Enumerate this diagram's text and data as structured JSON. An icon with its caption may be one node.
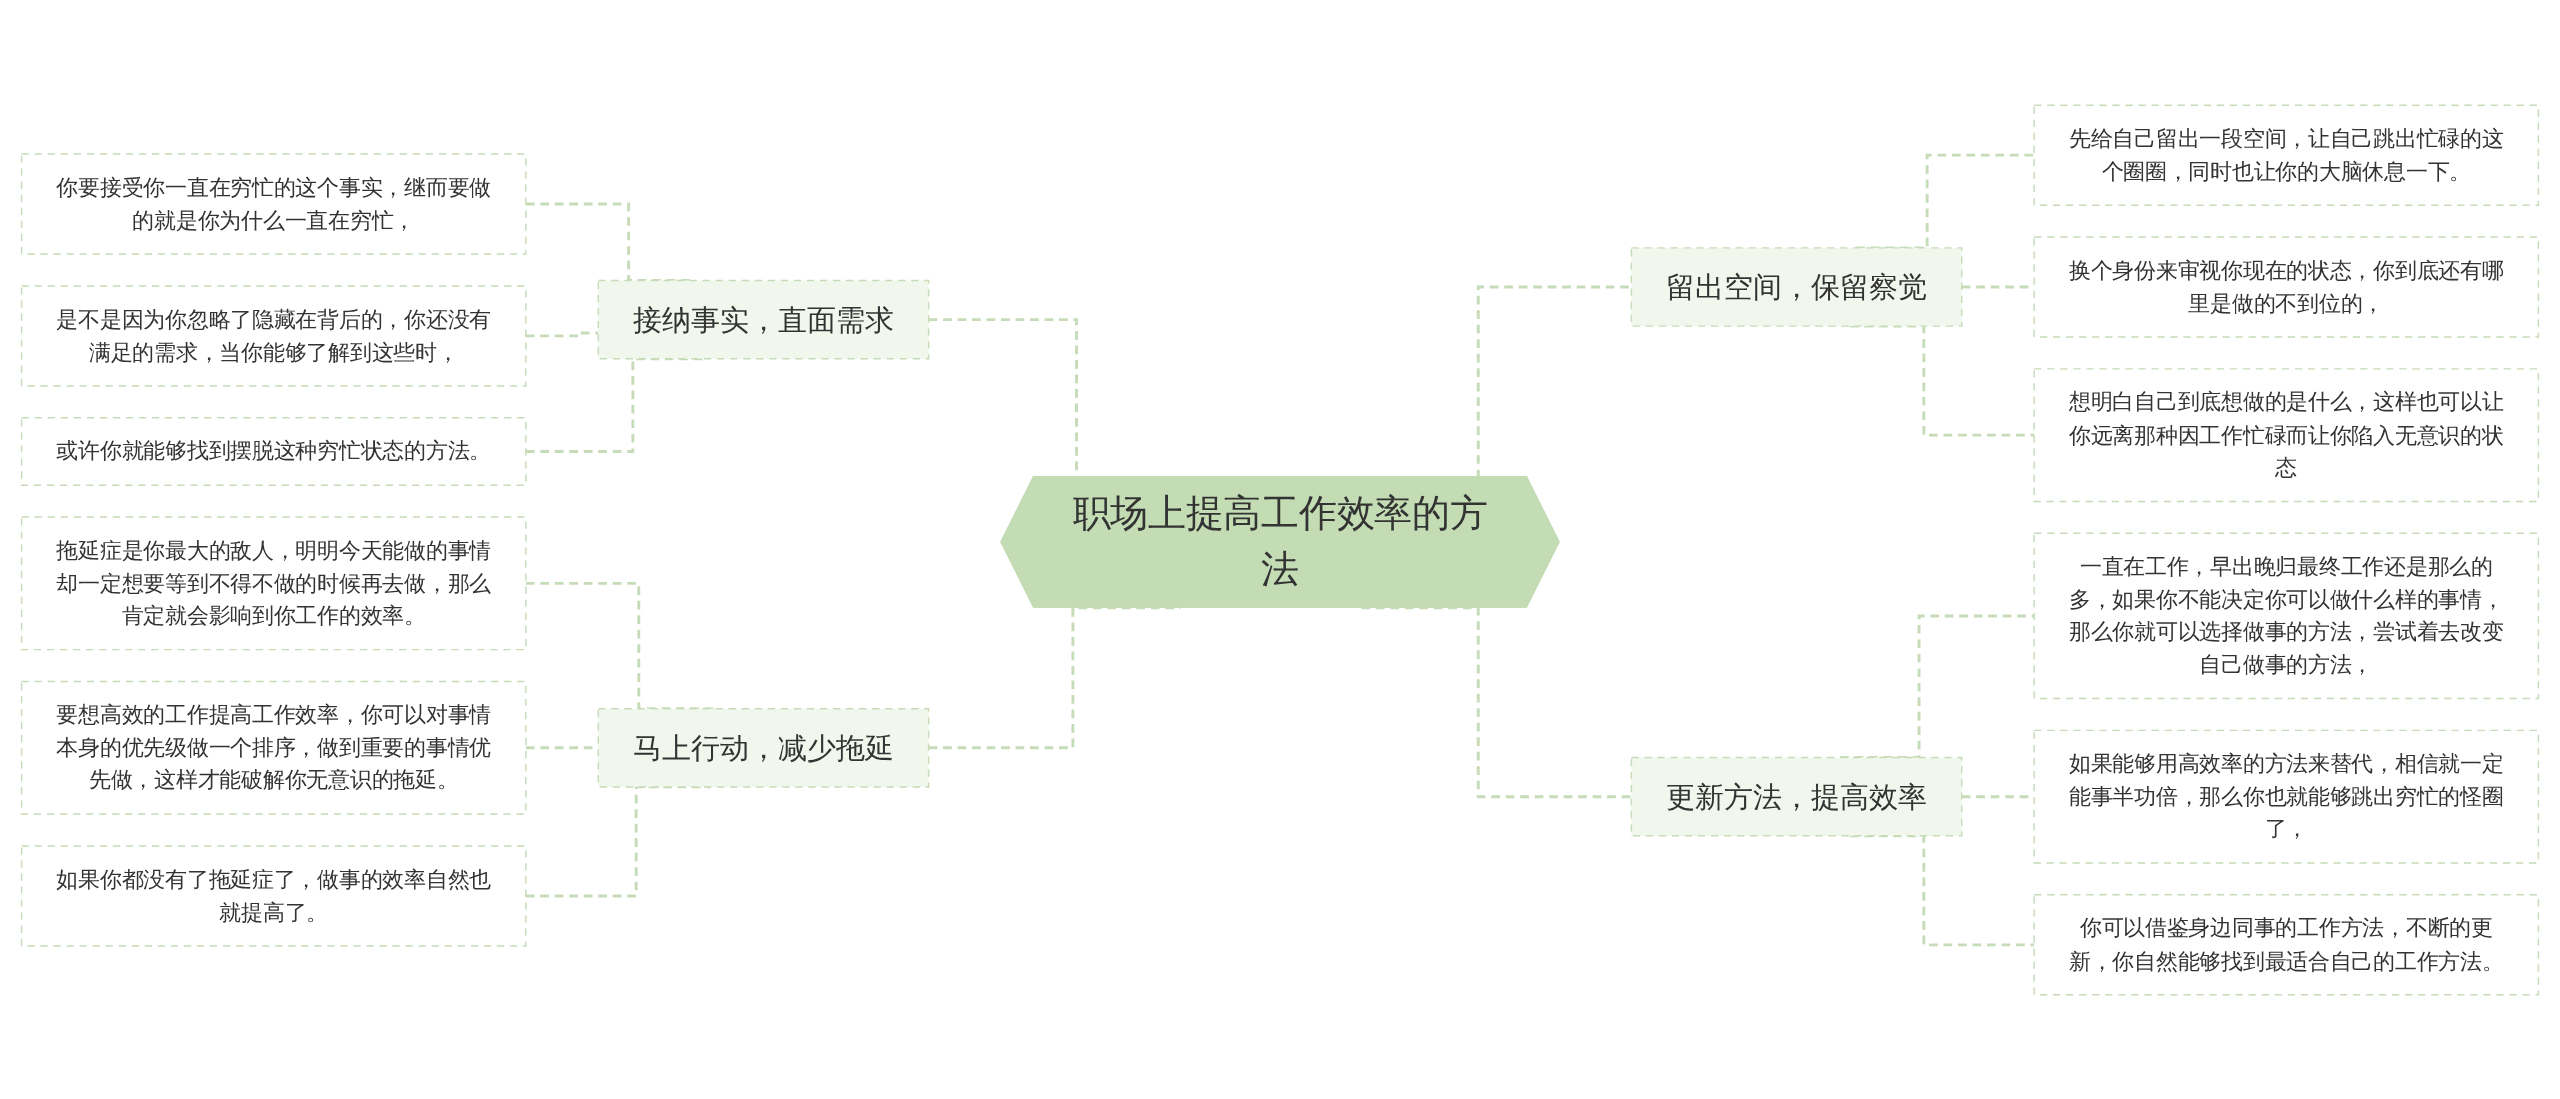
{
  "diagram": {
    "nodes": [
      {
        "text": [
          "职场上提高工作效率的方法"
        ]
      },
      {
        "text": [
          "接纳事实，直面需求"
        ]
      },
      {
        "text": [
          "你要接受你一直在穷忙的这个事实，继而要做的就是你为什么一直在穷忙，"
        ]
      },
      {
        "text": [
          "是不是因为你忽略了隐藏在背后的，你还没有满足的需求，当你能够了解到这些时，"
        ]
      },
      {
        "text": [
          "或许你就能够找到摆脱这种穷忙状态的方法。"
        ]
      },
      {
        "text": [
          "马上行动，减少拖延"
        ]
      },
      {
        "text": [
          "拖延症是你最大的敌人，明明今天能做的事情却一定想要等到不得不做的时候再去做，那么肯定就会影响到你工作的效率。"
        ]
      },
      {
        "text": [
          "要想高效的工作提高工作效率，你可以对事情本身的优先级做一个排序，做到重要的事情优先做，这样才能破解你无意识的拖延。"
        ]
      },
      {
        "text": [
          "如果你都没有了拖延症了，做事的效率自然也就提高了。"
        ]
      },
      {
        "text": [
          "留出空间，保留察觉"
        ]
      },
      {
        "text": [
          "先给自己留出一段空间，让自己跳出忙碌的这个圈圈，同时也让你的大脑休息一下。"
        ]
      },
      {
        "text": [
          "换个身份来审视你现在的状态，你到底还有哪里是做的不到位的，"
        ]
      },
      {
        "text": [
          "想明白自己到底想做的是什么，这样也可以让你远离那种因工作忙碌而让你陷入无意识的状态"
        ]
      },
      {
        "text": [
          "更新方法，提高效率"
        ]
      },
      {
        "text": [
          "一直在工作，早出晚归最终工作还是那么的多，如果你不能决定你可以做什么样的事情，那么你就可以选择做事的方法，尝试着去改变自己做事的方法，"
        ]
      },
      {
        "text": [
          "如果能够用高效率的方法来替代，相信就一定能事半功倍，那么你也就能够跳出穷忙的怪圈了，"
        ]
      },
      {
        "text": [
          "你可以借鉴身边同事的工作方法，不断的更新，你自然能够找到最适合自己的工作方法。"
        ]
      }
    ],
    "edges": [
      {
        "from": 0,
        "to": 1,
        "arrow": "none",
        "style": "dashed"
      },
      {
        "from": 1,
        "to": 2,
        "arrow": "none",
        "style": "dashed"
      },
      {
        "from": 1,
        "to": 3,
        "arrow": "none",
        "style": "dashed"
      },
      {
        "from": 1,
        "to": 4,
        "arrow": "none",
        "style": "dashed"
      },
      {
        "from": 0,
        "to": 5,
        "arrow": "none",
        "style": "dashed"
      },
      {
        "from": 5,
        "to": 6,
        "arrow": "none",
        "style": "dashed"
      },
      {
        "from": 5,
        "to": 7,
        "arrow": "none",
        "style": "dashed"
      },
      {
        "from": 5,
        "to": 8,
        "arrow": "none",
        "style": "dashed"
      },
      {
        "from": 0,
        "to": 9,
        "arrow": "none",
        "style": "dashed"
      },
      {
        "from": 9,
        "to": 10,
        "arrow": "none",
        "style": "dashed"
      },
      {
        "from": 9,
        "to": 11,
        "arrow": "none",
        "style": "dashed"
      },
      {
        "from": 9,
        "to": 12,
        "arrow": "none",
        "style": "dashed"
      },
      {
        "from": 0,
        "to": 13,
        "arrow": "none",
        "style": "dashed"
      },
      {
        "from": 13,
        "to": 14,
        "arrow": "none",
        "style": "dashed"
      },
      {
        "from": 13,
        "to": 15,
        "arrow": "none",
        "style": "dashed"
      },
      {
        "from": 13,
        "to": 16,
        "arrow": "none",
        "style": "dashed"
      }
    ]
  }
}
